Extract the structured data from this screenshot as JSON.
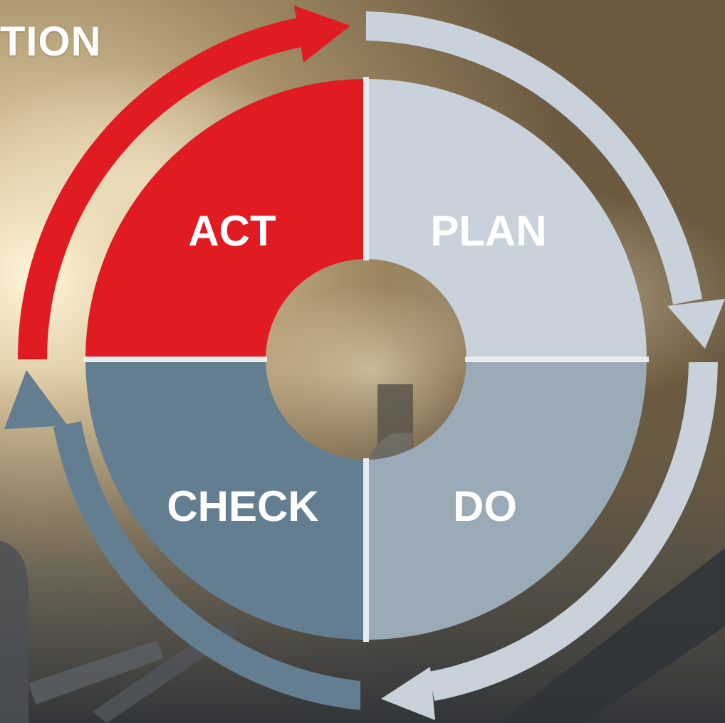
{
  "title_fragment": "TION",
  "quadrants": {
    "act": {
      "label": "ACT",
      "color": "#e01b22"
    },
    "plan": {
      "label": "PLAN",
      "color": "#c9d2db"
    },
    "do": {
      "label": "DO",
      "color": "#9aaab6"
    },
    "check": {
      "label": "CHECK",
      "color": "#647e91"
    }
  },
  "arrows": {
    "act_to_plan": {
      "color": "#e01b22"
    },
    "plan_to_do": {
      "color": "#c9d2db"
    },
    "do_to_check": {
      "color": "#c9d2db"
    },
    "check_to_act": {
      "color": "#647e91"
    }
  },
  "background": {
    "sky_top": "#b8a98a",
    "sky_glow": "#fff6d8",
    "haze": "#a08a64",
    "ground": "#3b3f44"
  }
}
